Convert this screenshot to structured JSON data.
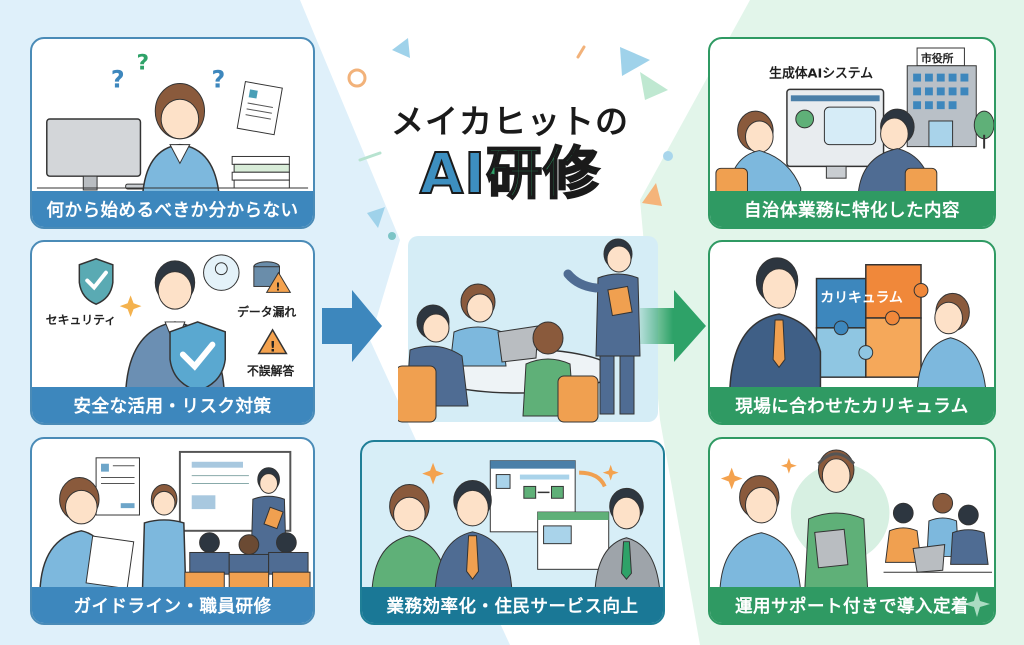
{
  "title": {
    "line1": "メイカヒットの",
    "line2_ai": "AI",
    "line2_rest": "研修"
  },
  "left_column": {
    "theme": "challenges",
    "cards": [
      {
        "label": "何から始めるべきか分からない",
        "illustration": "confused-staff-at-desk"
      },
      {
        "label": "安全な活用・リスク対策",
        "illustration": "security-shield",
        "annotations": [
          "セキュリティ",
          "データ漏れ",
          "不誤解答"
        ]
      },
      {
        "label": "ガイドライン・職員研修",
        "illustration": "guideline-training-session"
      }
    ]
  },
  "right_column": {
    "theme": "solutions",
    "cards": [
      {
        "label": "自治体業務に特化した内容",
        "illustration": "ai-system-at-city-hall",
        "annotations": [
          "生成体AIシステム",
          "市役所"
        ]
      },
      {
        "label": "現場に合わせたカリキュラム",
        "illustration": "curriculum-puzzle",
        "annotations": [
          "カリキュラム"
        ]
      },
      {
        "label": "運用サポート付きで導入定着",
        "illustration": "operational-support-team"
      }
    ]
  },
  "center": {
    "scene": "team-meeting-with-trainer",
    "bottom_card": {
      "label": "業務効率化・住民サービス向上",
      "illustration": "workflow-improvement"
    }
  },
  "colors": {
    "blue_accent": "#3d87bd",
    "green_accent": "#2f9a63",
    "teal_accent": "#1a7896",
    "orange_accent": "#f0a050",
    "left_bg": "#dff0fa",
    "right_bg": "#e2f5ea"
  }
}
